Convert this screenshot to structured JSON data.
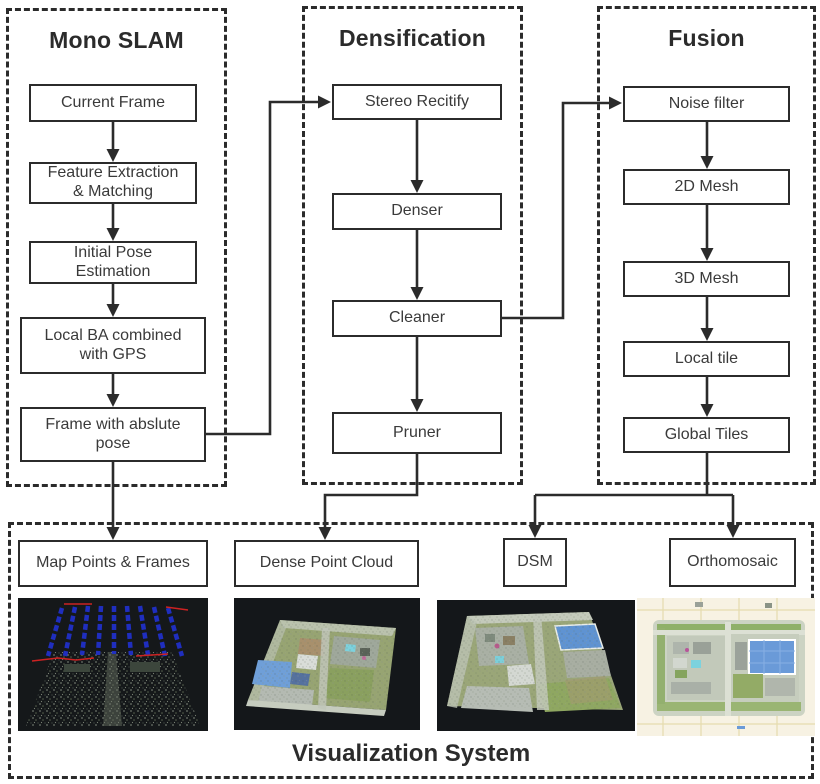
{
  "figure": {
    "panels": [
      {
        "id": "mono-slam",
        "title": "Mono SLAM",
        "nodes": [
          "Current Frame",
          "Feature Extraction & Matching",
          "Initial Pose Estimation",
          "Local BA combined with GPS",
          "Frame with abslute pose"
        ]
      },
      {
        "id": "densification",
        "title": "Densification",
        "nodes": [
          "Stereo Recitify",
          "Denser",
          "Cleaner",
          "Pruner"
        ]
      },
      {
        "id": "fusion",
        "title": "Fusion",
        "nodes": [
          "Noise filter",
          "2D Mesh",
          "3D Mesh",
          "Local tile",
          "Global Tiles"
        ]
      },
      {
        "id": "visualization-system",
        "title": "Visualization System",
        "nodes": [
          "Map Points & Frames",
          "Dense Point Cloud",
          "DSM",
          "Orthomosaic"
        ]
      }
    ],
    "connections": [
      "Current Frame -> Feature Extraction & Matching",
      "Feature Extraction & Matching -> Initial Pose Estimation",
      "Initial Pose Estimation -> Local BA combined with GPS",
      "Local BA combined with GPS -> Frame with abslute pose",
      "Frame with abslute pose -> Stereo Recitify",
      "Frame with abslute pose -> Map Points & Frames",
      "Stereo Recitify -> Denser",
      "Denser -> Cleaner",
      "Cleaner -> Pruner",
      "Cleaner -> Noise filter",
      "Pruner -> Dense Point Cloud",
      "Noise filter -> 2D Mesh",
      "2D Mesh -> 3D Mesh",
      "3D Mesh -> Local tile",
      "Local tile -> Global Tiles",
      "Global Tiles -> DSM",
      "Global Tiles -> Orthomosaic"
    ],
    "images": [
      {
        "name": "map-points-frames-image",
        "depicts": "sparse SLAM map: rows of blue camera frustums and red trajectory over dark point cloud"
      },
      {
        "name": "dense-point-cloud-image",
        "depicts": "oblique aerial dense point cloud of a walled compound on black background"
      },
      {
        "name": "dsm-image",
        "depicts": "digital surface model oblique rendering of the compound on black background"
      },
      {
        "name": "orthomosaic-image",
        "depicts": "top-down orthomosaic map of the compound on light tiled background"
      }
    ],
    "colors": {
      "line": "#2b2b2b",
      "box_background": "#ffffff",
      "text": "#333333",
      "page_background": "#ffffff",
      "frustum_blue": "#2030c8",
      "trajectory_red": "#cc2222",
      "pond_blue": "#6a9ad8",
      "dark_image_background": "#15181a",
      "ortho_background": "#f7f2e3"
    }
  }
}
